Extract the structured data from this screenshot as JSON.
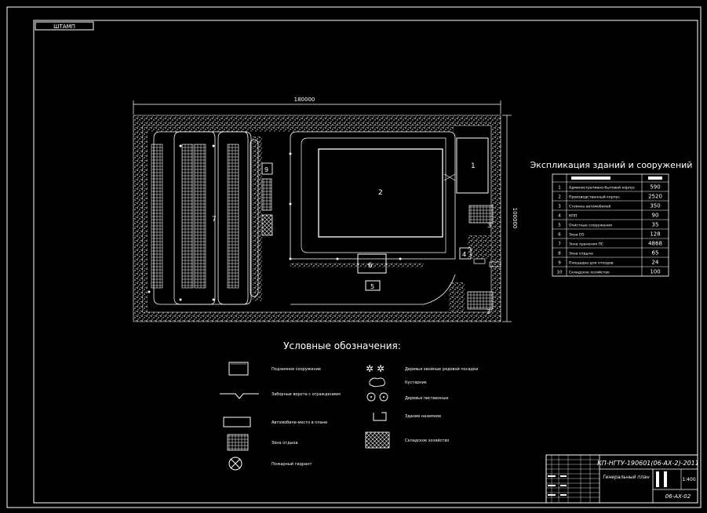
{
  "stamp": {
    "text": "ШТАМП"
  },
  "site_plan": {
    "width_label": "180000",
    "height_label": "100000",
    "numbers": [
      "1",
      "2",
      "3",
      "3",
      "4",
      "5",
      "6",
      "7",
      "9"
    ]
  },
  "explication": {
    "title": "Экспликация зданий и сооружений",
    "rows": [
      {
        "num": "1",
        "name": "Административно-бытовой корпус",
        "value": "590"
      },
      {
        "num": "2",
        "name": "Производственный корпус",
        "value": "2520"
      },
      {
        "num": "3",
        "name": "Стоянка автомобилей",
        "value": "350"
      },
      {
        "num": "4",
        "name": "КПП",
        "value": "90"
      },
      {
        "num": "5",
        "name": "Очистные сооружения",
        "value": "35"
      },
      {
        "num": "6",
        "name": "Зона ЕО",
        "value": "128"
      },
      {
        "num": "7",
        "name": "Зона хранения ПС",
        "value": "4868"
      },
      {
        "num": "8",
        "name": "Зона отдыха",
        "value": "65"
      },
      {
        "num": "9",
        "name": "Площадка для отходов",
        "value": "24"
      },
      {
        "num": "10",
        "name": "Складское хозяйство",
        "value": "100"
      }
    ]
  },
  "legend": {
    "title": "Условные обозначения:",
    "items": [
      {
        "label": "Подземное сооружение",
        "icon": "underground-structure-icon"
      },
      {
        "label": "Заборные ворота с ограждением",
        "icon": "gate-fence-icon"
      },
      {
        "label": "Автомобиле-место в плане",
        "icon": "parking-space-icon"
      },
      {
        "label": "Зона отдыха",
        "icon": "rest-zone-icon"
      },
      {
        "label": "Пожарный гидрант",
        "icon": "fire-hydrant-icon"
      },
      {
        "label": "Деревья хвойные рядовой посадки",
        "icon": "conifer-trees-icon"
      },
      {
        "label": "Кустарник",
        "icon": "shrub-icon"
      },
      {
        "label": "Деревья лиственные",
        "icon": "deciduous-trees-icon"
      },
      {
        "label": "Здание наземное",
        "icon": "ground-building-icon"
      },
      {
        "label": "Складское хозяйство",
        "icon": "warehouse-icon"
      }
    ]
  },
  "title_block": {
    "code": "КП-НГТУ-190601(06-АХ-2)-2011",
    "drawing_name": "Генеральный план",
    "scale": "1:400",
    "sheet_code": "06-АХ-02"
  }
}
